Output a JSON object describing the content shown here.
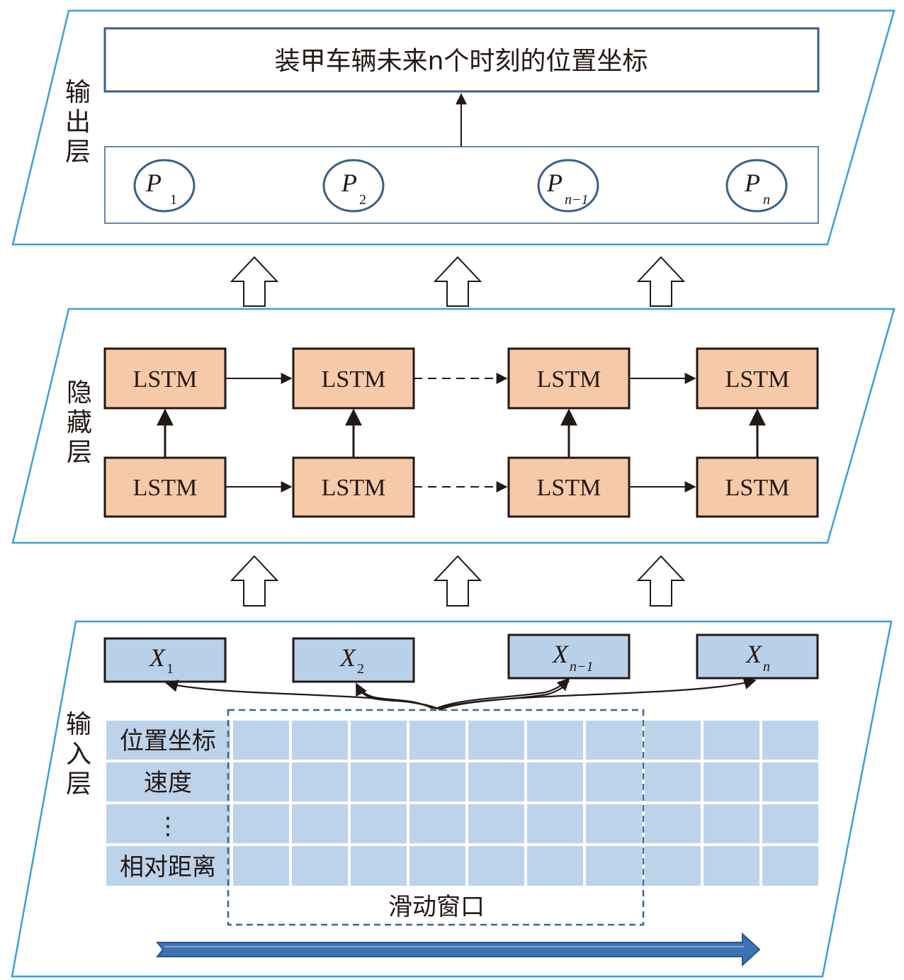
{
  "colors": {
    "layer_border": "#3aa0d8",
    "box_border": "#3b5f84",
    "lstm_fill": "#f6c9a8",
    "x_fill": "#b8d1e9",
    "grid_fill": "#bcd3ea",
    "window_border": "#3b6790",
    "slide_arrow": "#3c73b0"
  },
  "output_layer": {
    "label_chars": [
      "输",
      "出",
      "层"
    ],
    "result_text": "装甲车辆未来n个时刻的位置坐标",
    "nodes": [
      {
        "main": "P",
        "sub": "1"
      },
      {
        "main": "P",
        "sub": "2"
      },
      {
        "main": "P",
        "sub": "n−1"
      },
      {
        "main": "P",
        "sub": "n"
      }
    ]
  },
  "hidden_layer": {
    "label_chars": [
      "隐",
      "藏",
      "层"
    ],
    "cell_label": "LSTM"
  },
  "input_layer": {
    "label_chars": [
      "输",
      "入",
      "层"
    ],
    "inputs": [
      {
        "main": "X",
        "sub": "1"
      },
      {
        "main": "X",
        "sub": "2"
      },
      {
        "main": "X",
        "sub": "n−1"
      },
      {
        "main": "X",
        "sub": "n"
      }
    ],
    "row_labels": [
      "位置坐标",
      "速度",
      "⋮",
      "相对距离"
    ],
    "window_label": "滑动窗口"
  }
}
